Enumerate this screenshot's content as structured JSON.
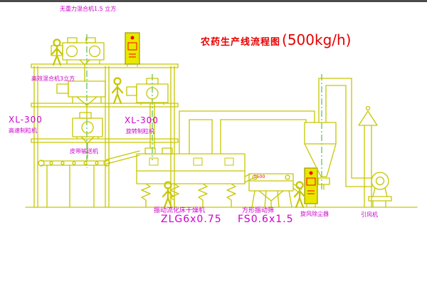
{
  "title": {
    "main": "农药生产线流程图",
    "capacity": "(500kg/h)"
  },
  "equipment_labels": {
    "zero_gravity_mixer": "无重力混合机1.5 立方",
    "high_efficiency_mixer": "高效混合机3立方",
    "granulator_left_model": "XL-300",
    "granulator_left_name": "高速制粒机",
    "granulator_mid_model": "XL-300",
    "granulator_mid_name": "旋转制粒机",
    "belt_conveyor": "皮带输送机",
    "dryer_name": "振动流化床干燥机",
    "dryer_model": "ZLG6x0.75",
    "sieve_name": "方形振动筛",
    "sieve_model": "FS0.6x1.5",
    "sieve_dimension": "1500",
    "cyclone": "旋风除尘器",
    "fan": "引风机"
  },
  "colors": {
    "background": "#ffffff",
    "line": "#c6c600",
    "label": "#cc00cc",
    "title": "#e60000",
    "centerline": "#00a000",
    "accent_red": "#ff0000",
    "cabinet_fill": "#e8e800",
    "cabinet_border": "#9a9a00",
    "edge": "#2a2a2a"
  }
}
